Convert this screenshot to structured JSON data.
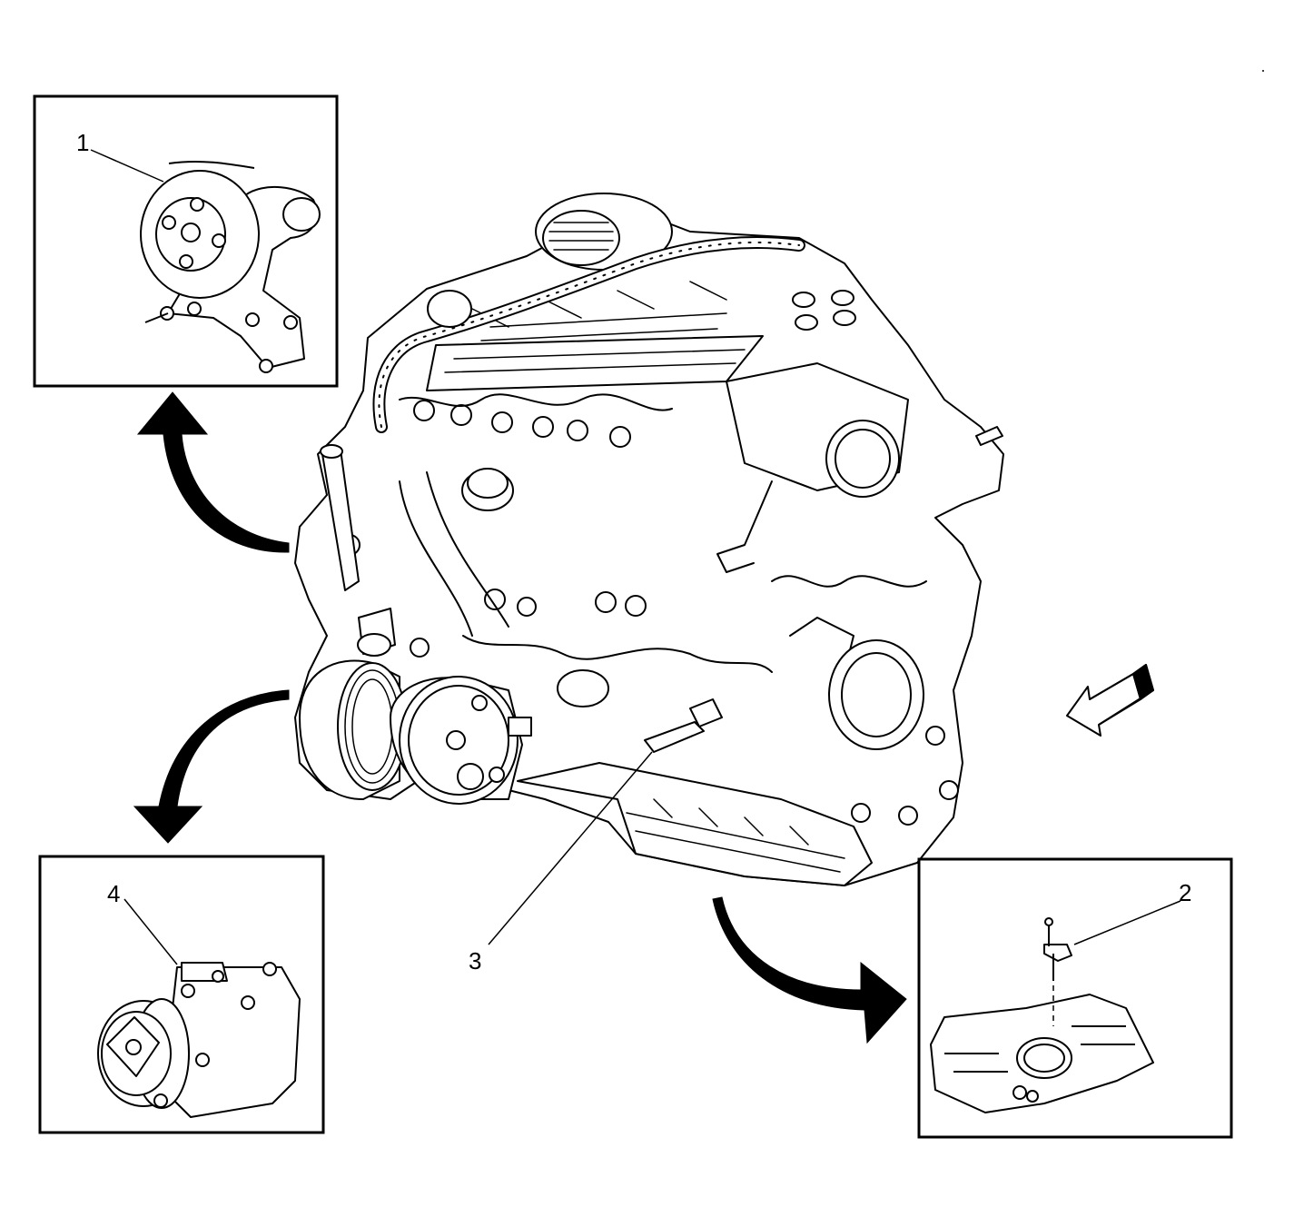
{
  "callouts": {
    "water_pump": "1",
    "oil_level_sensor": "2",
    "engine_sensor": "3",
    "ac_compressor": "4"
  },
  "colors": {
    "line": "#000000",
    "paper": "#ffffff"
  },
  "icons": {
    "direction": "view-direction-arrow-icon",
    "arrows": "curved-arrow-icon"
  }
}
